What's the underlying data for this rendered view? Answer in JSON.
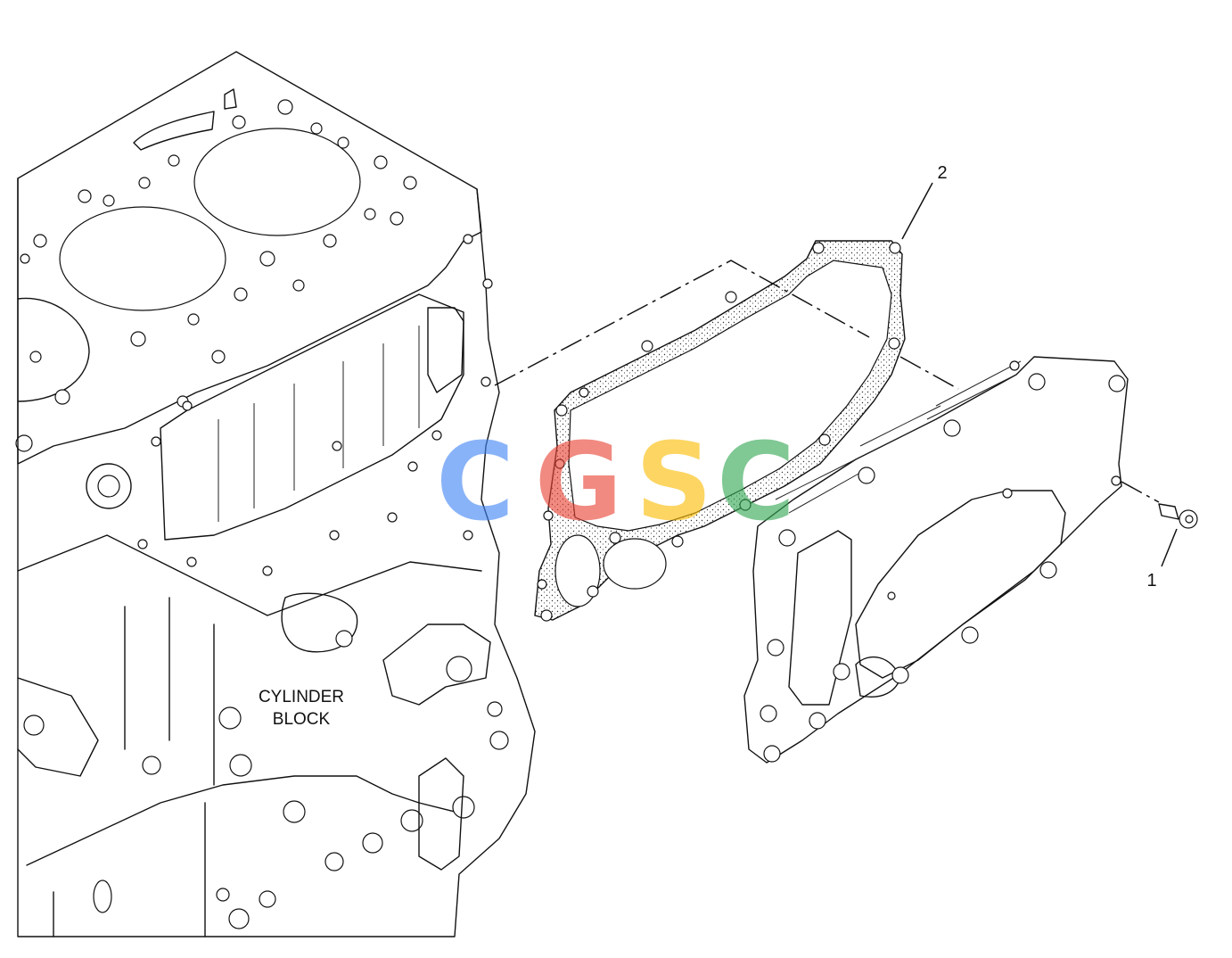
{
  "callouts": {
    "part1": "1",
    "part2": "2"
  },
  "labels": {
    "cylinder_block_line1": "CYLINDER",
    "cylinder_block_line2": "BLOCK"
  },
  "watermark": {
    "letters": [
      "C",
      "G",
      "S",
      "C"
    ],
    "colors": [
      "#4285F4",
      "#EA4335",
      "#FBBC05",
      "#34A853"
    ]
  }
}
